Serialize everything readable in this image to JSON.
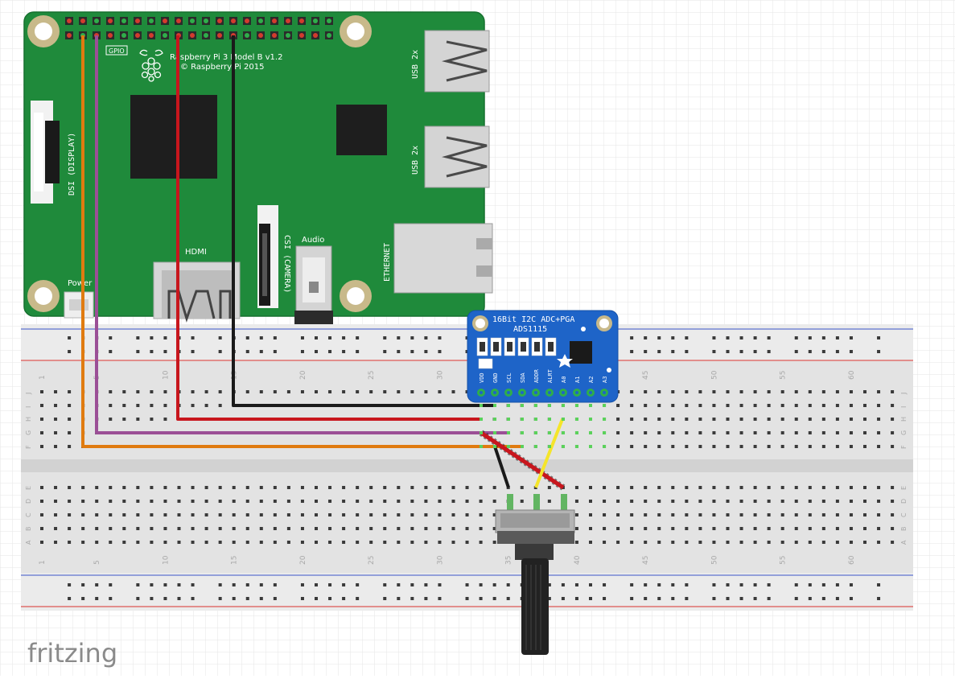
{
  "app": {
    "logo": "fritzing"
  },
  "pi": {
    "model": "Raspberry Pi 3 Model B v1.2",
    "copyright": "© Raspberry Pi 2015",
    "gpio": "GPIO",
    "hdmi": "HDMI",
    "power": "Power",
    "audio": "Audio",
    "csi": "CSI (CAMERA)",
    "dsi": "DSI (DISPLAY)",
    "usb1": "USB 2x",
    "usb2": "USB 2x",
    "ethernet": "ETHERNET",
    "color": "#1f8a3b"
  },
  "adc": {
    "title1": "16Bit I2C ADC+PGA",
    "title2": "ADS1115",
    "pins": [
      "VDD",
      "GND",
      "SCL",
      "SDA",
      "ADDR",
      "ALRT",
      "A0",
      "A1",
      "A2",
      "A3"
    ],
    "color": "#1e64c8"
  },
  "breadboard": {
    "column_numbers": [
      "1",
      "5",
      "10",
      "15",
      "20",
      "25",
      "30",
      "35",
      "40",
      "45",
      "50",
      "55",
      "60"
    ],
    "row_letters_top": [
      "J",
      "I",
      "H",
      "G",
      "F"
    ],
    "row_letters_bottom": [
      "E",
      "D",
      "C",
      "B",
      "A"
    ]
  },
  "wires": {
    "colors": {
      "orange": "#e07b10",
      "purple": "#9b4f96",
      "red": "#c8161d",
      "black": "#1a1a1a",
      "yellow": "#f5e52a"
    }
  }
}
